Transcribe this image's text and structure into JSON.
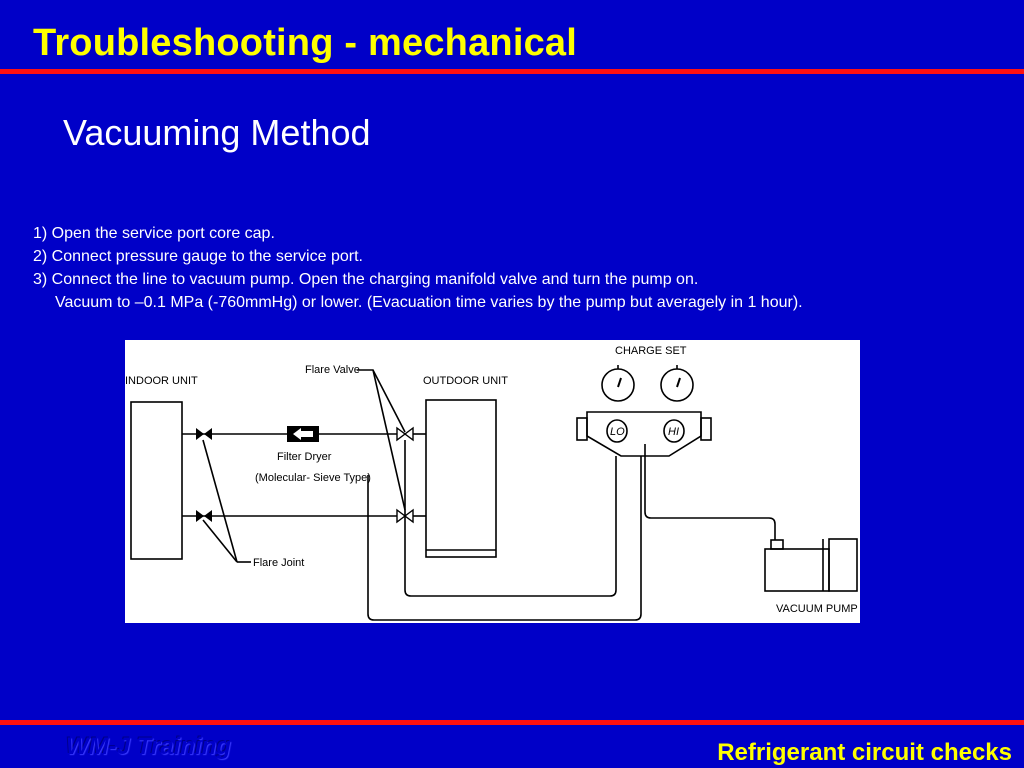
{
  "slide": {
    "title": "Troubleshooting - mechanical",
    "subtitle": "Vacuuming Method",
    "steps": [
      "1) Open the service port core cap.",
      "2) Connect pressure gauge to the service port.",
      "3) Connect the line to vacuum pump. Open the charging manifold valve and turn the pump on.",
      "Vacuum to –0.1 MPa (-760mmHg) or lower. (Evacuation time varies by the pump but averagely in 1 hour)."
    ],
    "footer_left": "WM-J Training",
    "footer_right": "Refrigerant circuit checks"
  },
  "diagram": {
    "labels": {
      "indoor_unit": "INDOOR UNIT",
      "outdoor_unit": "OUTDOOR UNIT",
      "flare_valve": "Flare Valve",
      "filter_dryer": "Filter Dryer",
      "filter_type": "(Molecular- Sieve Type)",
      "flare_joint": "Flare Joint",
      "charge_set": "CHARGE SET",
      "lo": "LO",
      "hi": "HI",
      "vacuum_pump": "VACUUM PUMP"
    }
  },
  "colors": {
    "background": "#0000c8",
    "title": "#ffff00",
    "rule": "#ff1010",
    "text": "#ffffff"
  }
}
